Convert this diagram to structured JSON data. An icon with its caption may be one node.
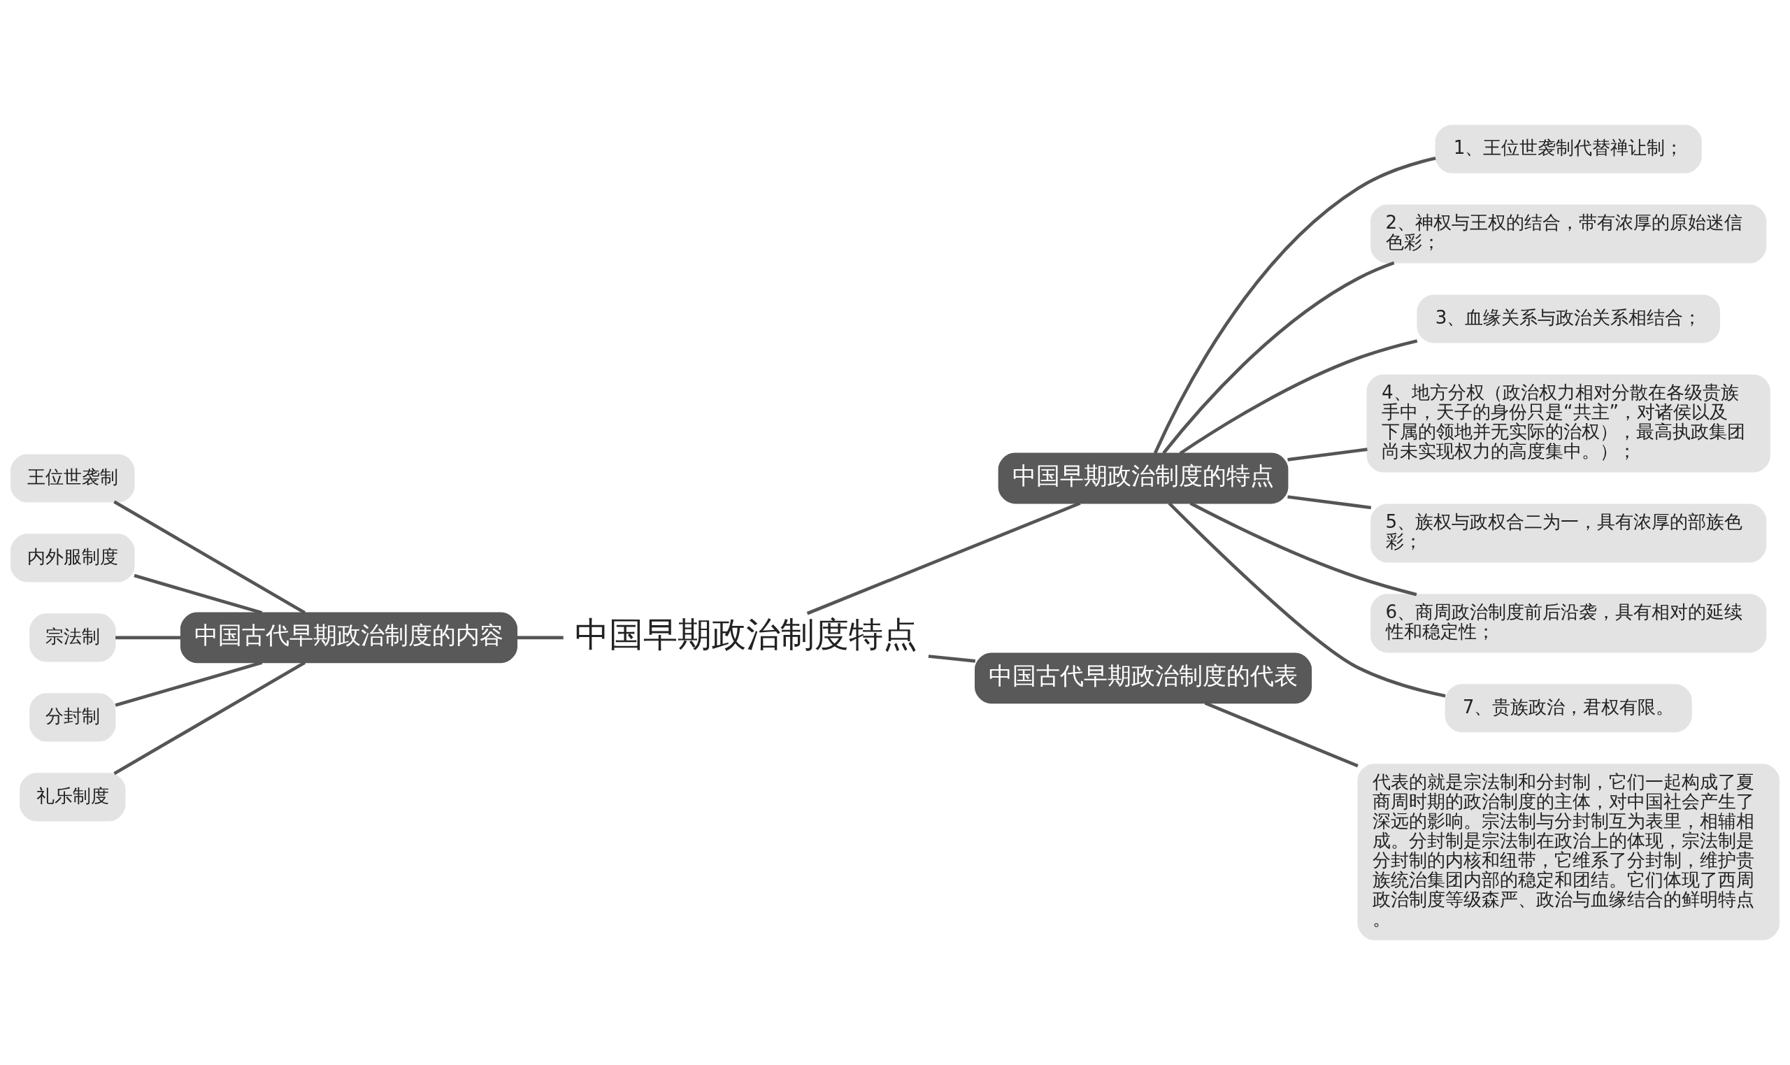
{
  "diagram": {
    "nodes": [
      {
        "text": [
          "中国早期政治制度特点"
        ]
      },
      {
        "text": [
          "中国古代早期政治制度的内容"
        ]
      },
      {
        "text": [
          "王位世袭制"
        ]
      },
      {
        "text": [
          "内外服制度"
        ]
      },
      {
        "text": [
          "宗法制"
        ]
      },
      {
        "text": [
          "分封制"
        ]
      },
      {
        "text": [
          "礼乐制度"
        ]
      },
      {
        "text": [
          "中国早期政治制度的特点"
        ]
      },
      {
        "text": [
          "1、王位世袭制代替禅让制；"
        ]
      },
      {
        "text": [
          "2、神权与王权的结合，带有浓厚的原始迷信色彩；"
        ]
      },
      {
        "text": [
          "3、血缘关系与政治关系相结合；"
        ]
      },
      {
        "text": [
          "4、地方分权（政治权力相对分散在各级贵族手中，天子的身份只是“共主”，对诸侯以及下属的领地并无实际的治权），最高执政集团尚未实现权力的高度集中。）；"
        ]
      },
      {
        "text": [
          "5、族权与政权合二为一，具有浓厚的部族色彩；"
        ]
      },
      {
        "text": [
          "6、商周政治制度前后沿袭，具有相对的延续性和稳定性；"
        ]
      },
      {
        "text": [
          "7、贵族政治，君权有限。"
        ]
      },
      {
        "text": [
          "中国古代早期政治制度的代表"
        ]
      },
      {
        "text": [
          "代表的就是宗法制和分封制，它们一起构成了夏商周时期的政治制度的主体，对中国社会产生了深远的影响。宗法制与分封制互为表里，相辅相成。分封制是宗法制在政治上的体现，宗法制是分封制的内核和纽带，它维系了分封制，维护贵族统治集团内部的稳定和团结。它们体现了西周政治制度等级森严、政治与血缘结合的鲜明特点。"
        ]
      }
    ],
    "edges": [
      {
        "from": 0,
        "to": 1,
        "arrow": "none"
      },
      {
        "from": 1,
        "to": 2,
        "arrow": "none"
      },
      {
        "from": 1,
        "to": 3,
        "arrow": "none"
      },
      {
        "from": 1,
        "to": 4,
        "arrow": "none"
      },
      {
        "from": 1,
        "to": 5,
        "arrow": "none"
      },
      {
        "from": 1,
        "to": 6,
        "arrow": "none"
      },
      {
        "from": 0,
        "to": 7,
        "arrow": "none"
      },
      {
        "from": 7,
        "to": 8,
        "arrow": "none"
      },
      {
        "from": 7,
        "to": 9,
        "arrow": "none"
      },
      {
        "from": 7,
        "to": 10,
        "arrow": "none"
      },
      {
        "from": 7,
        "to": 11,
        "arrow": "none"
      },
      {
        "from": 7,
        "to": 12,
        "arrow": "none"
      },
      {
        "from": 7,
        "to": 13,
        "arrow": "none"
      },
      {
        "from": 7,
        "to": 14,
        "arrow": "none"
      },
      {
        "from": 0,
        "to": 15,
        "arrow": "none"
      },
      {
        "from": 15,
        "to": 16,
        "arrow": "none"
      }
    ]
  }
}
